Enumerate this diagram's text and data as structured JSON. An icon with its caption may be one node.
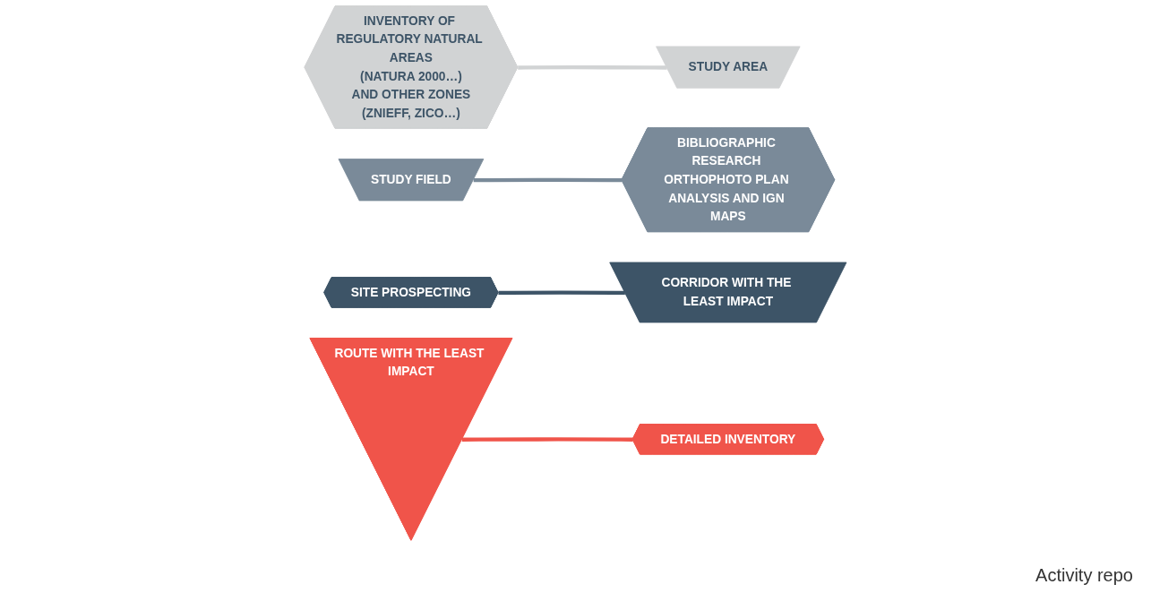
{
  "diagram": {
    "nodes": [
      {
        "text": [
          "INVENTORY OF REGULATORY NATURAL AREAS",
          "(NATURA 2000…)",
          "AND OTHER ZONES",
          "(ZNIEFF, ZICO…)"
        ]
      },
      {
        "text": [
          "STUDY AREA"
        ]
      },
      {
        "text": [
          "STUDY FIELD"
        ]
      },
      {
        "text": [
          "BIBLIOGRAPHIC RESEARCH ORTHOPHOTO PLAN ANALYSIS AND IGN MAPS"
        ]
      },
      {
        "text": [
          "CORRIDOR WITH THE LEAST IMPACT"
        ]
      },
      {
        "text": [
          "SITE PROSPECTING"
        ]
      },
      {
        "text": [
          "DETAILED INVENTORY"
        ]
      },
      {
        "text": [
          "ROUTE WITH THE LEAST IMPACT"
        ]
      }
    ],
    "edges": [
      {
        "from": 0,
        "to": 1,
        "arrow": "none",
        "color": "#d1d3d4"
      },
      {
        "from": 2,
        "to": 3,
        "arrow": "none",
        "color": "#7a8a99"
      },
      {
        "from": 5,
        "to": 4,
        "arrow": "none",
        "color": "#3d5467"
      },
      {
        "from": 7,
        "to": 6,
        "arrow": "none",
        "color": "#f0544a"
      }
    ],
    "labels": [
      "Activity repo"
    ]
  }
}
